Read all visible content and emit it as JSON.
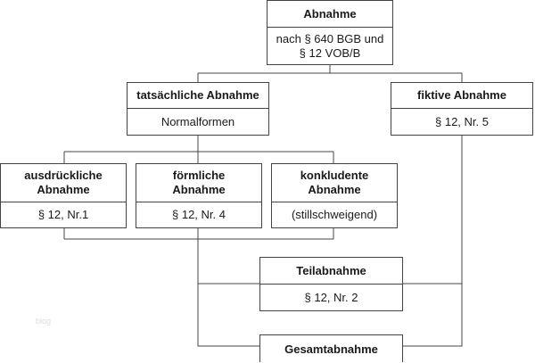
{
  "nodes": {
    "abnahme": {
      "title": "Abnahme",
      "line1": "nach § 640 BGB und",
      "line2": "§ 12 VOB/B"
    },
    "tatsaechlich": {
      "title": "tatsächliche Abnahme",
      "body": "Normalformen"
    },
    "fiktiv": {
      "title": "fiktive Abnahme",
      "body": "§ 12, Nr. 5"
    },
    "ausdruecklich": {
      "title1": "ausdrückliche",
      "title2": "Abnahme",
      "body": "§ 12, Nr.1"
    },
    "foermlich": {
      "title1": "förmliche",
      "title2": "Abnahme",
      "body": "§ 12, Nr. 4"
    },
    "konkludent": {
      "title1": "konkludente",
      "title2": "Abnahme",
      "body": "(stillschweigend)"
    },
    "teilabnahme": {
      "title": "Teilabnahme",
      "body": "§ 12, Nr. 2"
    },
    "gesamtabnahme": {
      "title": "Gesamtabnahme"
    }
  },
  "watermark": "blog",
  "colors": {
    "line": "#444444",
    "box_border": "#444444",
    "background": "#ffffff"
  }
}
